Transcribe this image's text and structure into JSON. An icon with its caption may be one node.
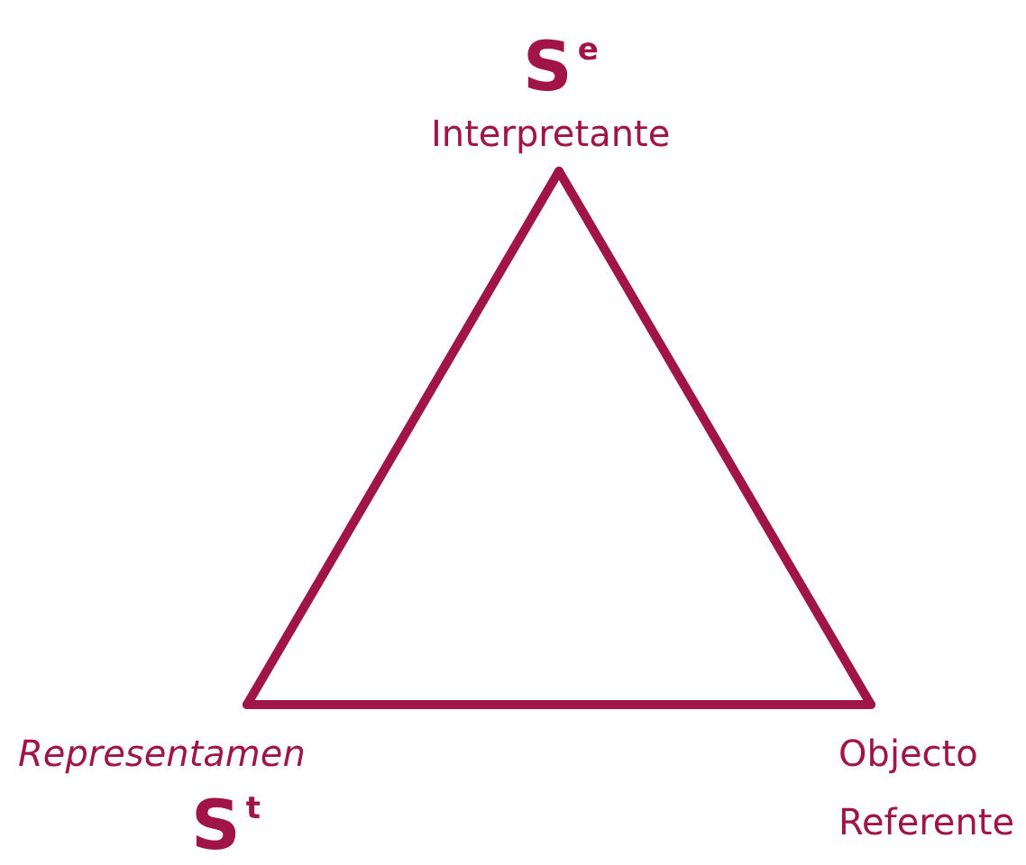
{
  "diagram": {
    "nodes": [
      {
        "text": [
          "S$^{e}$",
          "Interpretante"
        ]
      },
      {
        "text": [
          "Representamen",
          "S$^{t}$"
        ]
      },
      {
        "text": [
          "Objecto",
          "Referente"
        ]
      }
    ],
    "edges": [
      {
        "from": 0,
        "to": 1,
        "arrow": "none"
      },
      {
        "from": 1,
        "to": 2,
        "arrow": "none"
      },
      {
        "from": 2,
        "to": 0,
        "arrow": "none"
      }
    ]
  }
}
